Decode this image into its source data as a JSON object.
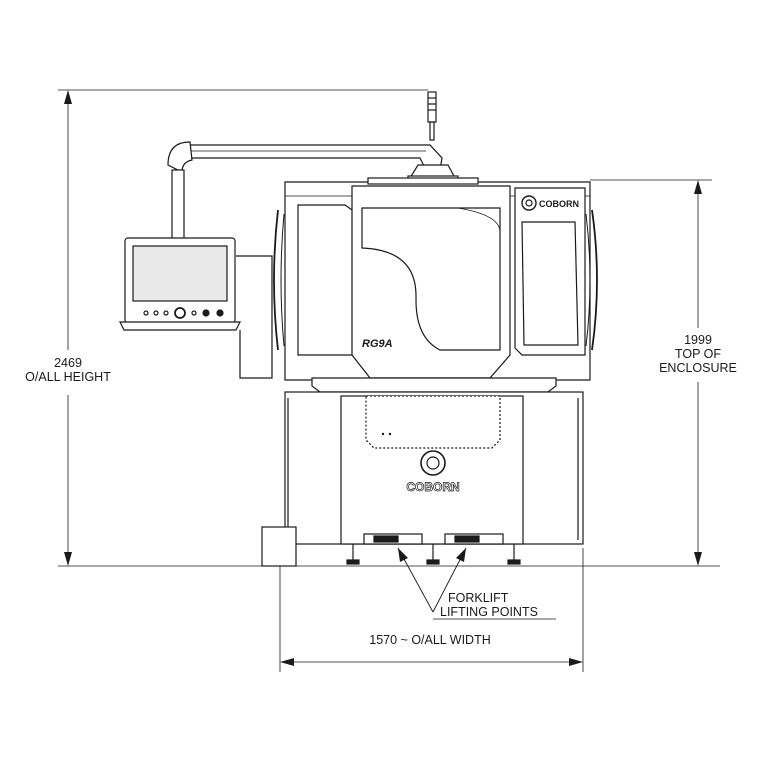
{
  "dimensions": {
    "overall_height": {
      "value": "2469",
      "label": "O/ALL HEIGHT"
    },
    "enclosure_top": {
      "value": "1999",
      "label_line1": "TOP OF",
      "label_line2": "ENCLOSURE"
    },
    "overall_width": {
      "text": "1570 ~ O/ALL WIDTH"
    }
  },
  "callout": {
    "line1": "FORKLIFT",
    "line2": "LIFTING POINTS"
  },
  "machine": {
    "model_badge": "RG9A",
    "brand_base": "COBORN",
    "brand_head": "COBORN"
  },
  "colors": {
    "line": "#1a1a1a",
    "fill_light": "#f2f2f2",
    "screen": "#e9e9e9"
  }
}
